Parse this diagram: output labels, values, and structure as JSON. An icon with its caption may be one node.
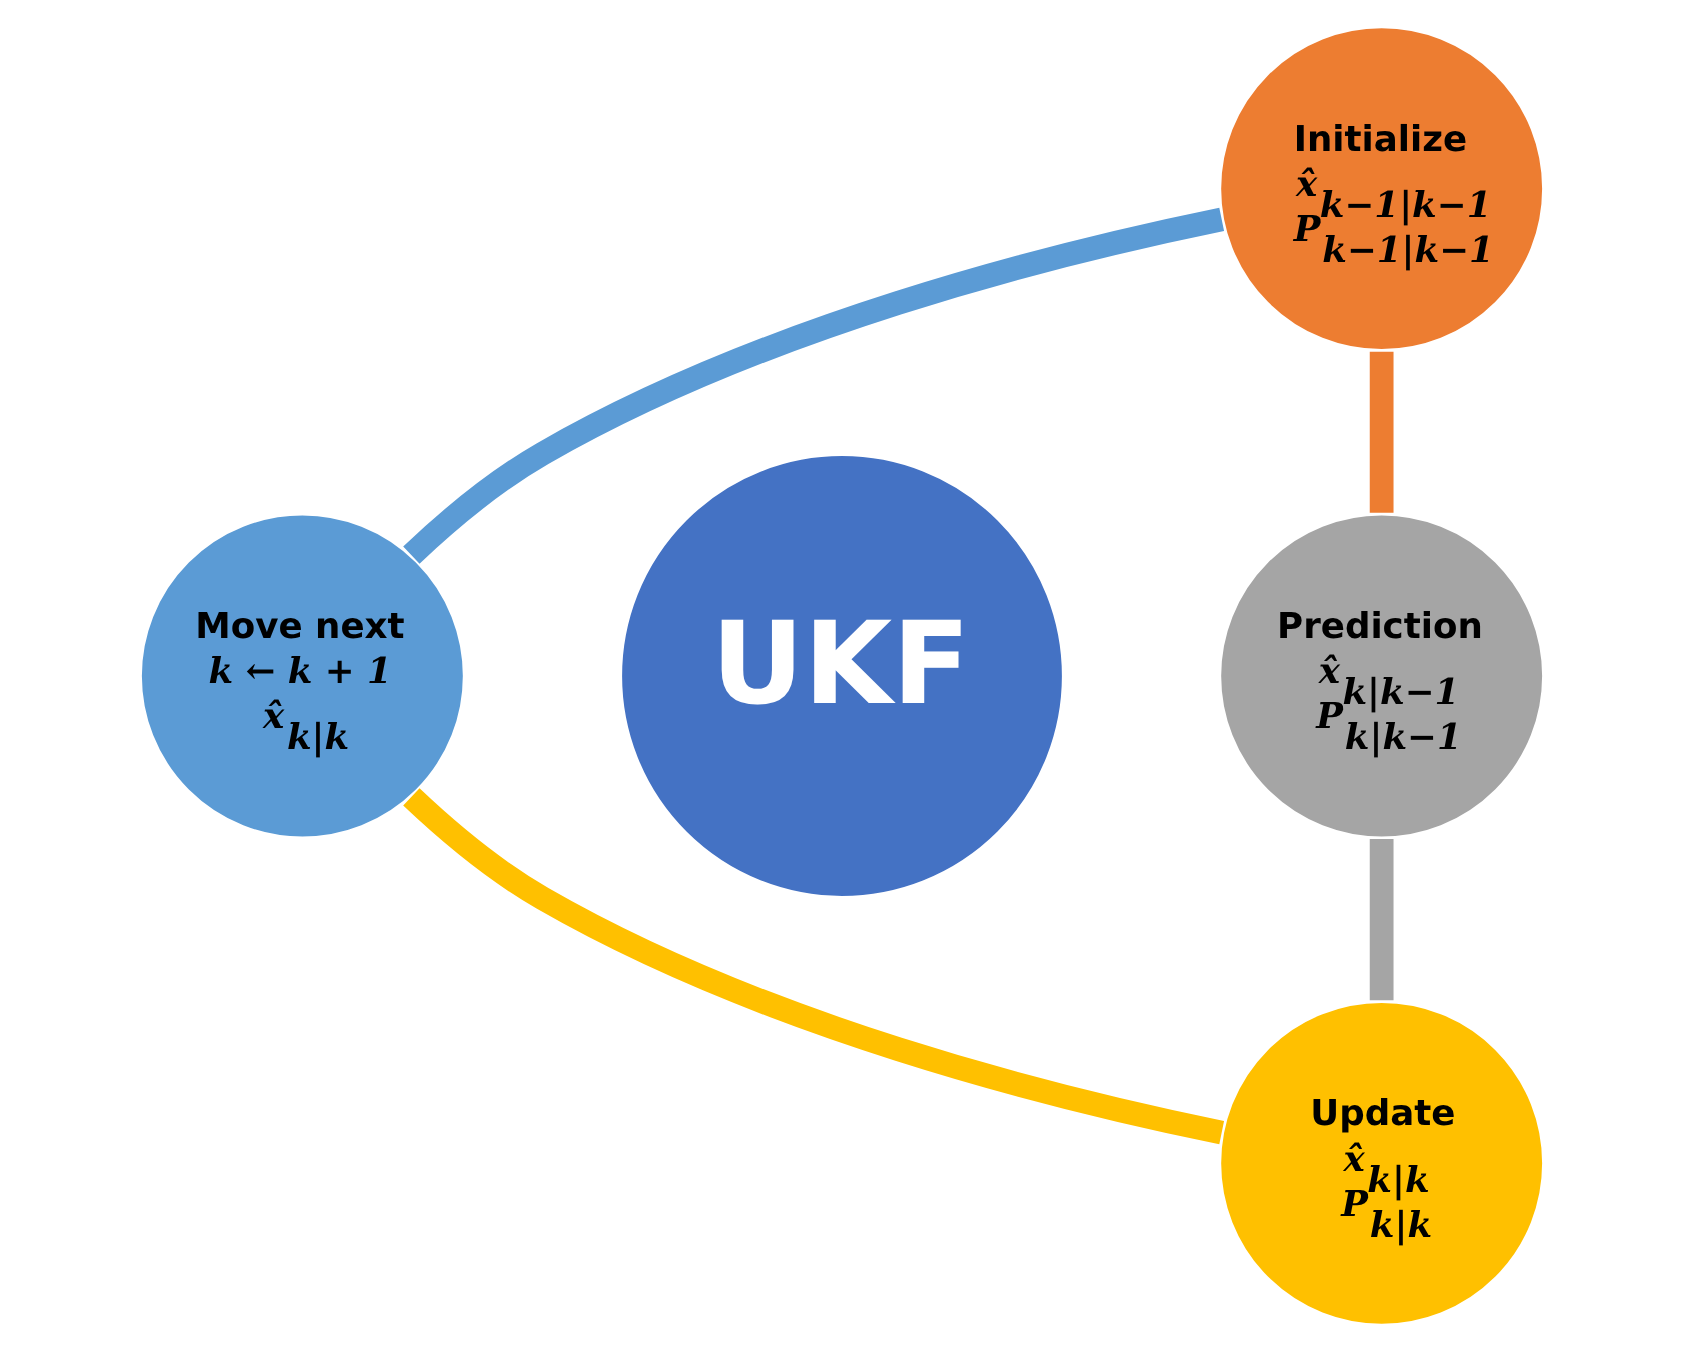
{
  "diagram": {
    "nodes": [
      {
        "text": [
          "Initialize",
          "x̂$_{k−1|k−1}$",
          "P$_{k−1|k−1}$"
        ]
      },
      {
        "text": [
          "Move next",
          "k ← k + 1",
          "x̂$_{k|k}$"
        ]
      },
      {
        "text": [
          "UKF"
        ]
      },
      {
        "text": [
          "Prediction",
          "x̂$_{k|k−1}$",
          "P$_{k|k−1}$"
        ]
      },
      {
        "text": [
          "Update",
          "x̂$_{k|k}$",
          "P$_{k|k}$"
        ]
      }
    ],
    "edges": [
      {
        "from": 0,
        "to": 3,
        "arrow": "none",
        "color": "#ed7d31"
      },
      {
        "from": 3,
        "to": 4,
        "arrow": "none",
        "color": "#a5a5a5"
      },
      {
        "from": 4,
        "to": 1,
        "arrow": "none",
        "color": "#ffc000"
      },
      {
        "from": 1,
        "to": 0,
        "arrow": "none",
        "color": "#5b9bd5"
      }
    ]
  }
}
